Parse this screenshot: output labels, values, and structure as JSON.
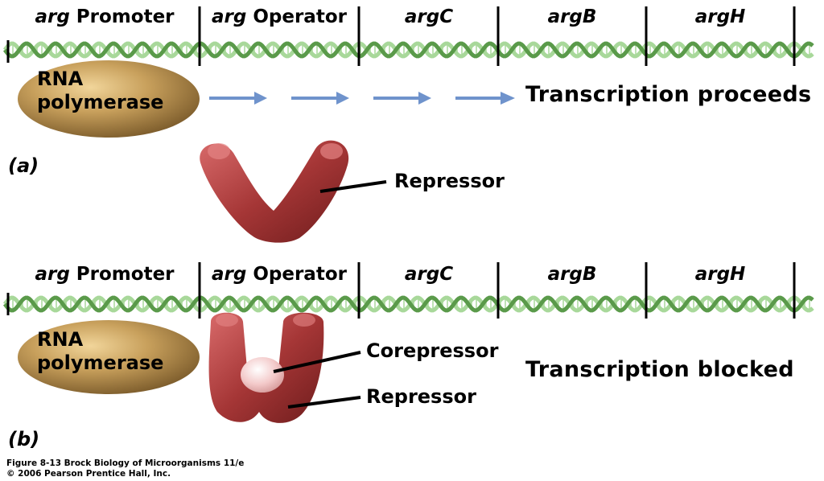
{
  "segments_top": [
    {
      "italic": "arg",
      "rest": " Promoter"
    },
    {
      "italic": "arg",
      "rest": " Operator"
    },
    {
      "italic": "argC",
      "rest": ""
    },
    {
      "italic": "argB",
      "rest": ""
    },
    {
      "italic": "argH",
      "rest": ""
    }
  ],
  "segments_bottom": [
    {
      "italic": "arg",
      "rest": " Promoter"
    },
    {
      "italic": "arg",
      "rest": " Operator"
    },
    {
      "italic": "argC",
      "rest": ""
    },
    {
      "italic": "argB",
      "rest": ""
    },
    {
      "italic": "argH",
      "rest": ""
    }
  ],
  "panel_a": {
    "label": "(a)",
    "polymerase_line1": "RNA",
    "polymerase_line2": "polymerase",
    "status": "Transcription proceeds",
    "repressor_label": "Repressor"
  },
  "panel_b": {
    "label": "(b)",
    "polymerase_line1": "RNA",
    "polymerase_line2": "polymerase",
    "status": "Transcription blocked",
    "corepressor_label": "Corepressor",
    "repressor_label": "Repressor"
  },
  "credit": {
    "line1": "Figure 8-13  Brock Biology of Microorganisms 11/e",
    "line2": "© 2006 Pearson Prentice Hall, Inc."
  },
  "colors": {
    "dna_green": "#5a9a4a",
    "dna_light": "#a8d89a",
    "polymerase": "#c29a55",
    "repressor": "#a83a3a",
    "arrow_blue": "#6f93cc"
  }
}
